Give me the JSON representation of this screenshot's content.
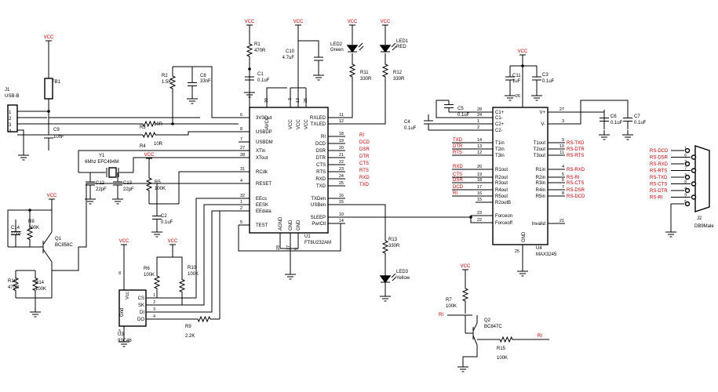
{
  "chips": {
    "ft232": {
      "name": "U1",
      "part": "FT8U232AM",
      "left": [
        [
          "6",
          "3V3Out"
        ],
        [
          "8",
          "USBDP"
        ],
        [
          "7",
          "USBDM"
        ],
        [
          "27",
          "XTin"
        ],
        [
          "28",
          "XTout"
        ],
        [
          "31",
          "RCdk"
        ],
        [
          "4",
          "RESET"
        ],
        [
          "32",
          "EEcs"
        ],
        [
          "1",
          "EESK"
        ],
        [
          "2",
          "EEdata"
        ],
        [
          "5",
          "TEST"
        ]
      ],
      "right": [
        [
          "11",
          "RXLED"
        ],
        [
          "12",
          "TXLED"
        ],
        [
          "18",
          "RI"
        ],
        [
          "19",
          "DCD"
        ],
        [
          "20",
          "DSR"
        ],
        [
          "21",
          "DTR"
        ],
        [
          "22",
          "CTS"
        ],
        [
          "23",
          "RTS"
        ],
        [
          "24",
          "RXD"
        ],
        [
          "25",
          "TXD"
        ],
        [
          "16",
          "TXDen"
        ],
        [
          "15",
          "USBen"
        ],
        [
          "10",
          "SLEEP"
        ],
        [
          "14",
          "PwrCtl"
        ]
      ],
      "top": [
        [
          "30",
          "AVCC"
        ],
        [
          "3",
          "VCC"
        ],
        [
          "13",
          "VCC"
        ],
        [
          "26",
          "VCC"
        ]
      ],
      "bottom": [
        [
          "29",
          "AGND"
        ],
        [
          "17",
          "GND"
        ],
        [
          "9",
          "GND"
        ]
      ]
    },
    "max": {
      "name": "U4",
      "part": "MAX3245",
      "left": [
        [
          "28",
          "C1+"
        ],
        [
          "24",
          "C1-"
        ],
        [
          "1",
          "C2+"
        ],
        [
          "2",
          "C2-"
        ],
        [
          "14",
          "T1in"
        ],
        [
          "13",
          "T2in"
        ],
        [
          "12",
          "T3in"
        ],
        [
          "20",
          "R1out"
        ],
        [
          "19",
          "R2out"
        ],
        [
          "18",
          "R3out"
        ],
        [
          "17",
          "R4out"
        ],
        [
          "16",
          "R5out"
        ],
        [
          "15",
          "R2outB"
        ],
        [
          "23",
          "Forceon"
        ],
        [
          "22",
          "Forceoff"
        ]
      ],
      "right": [
        [
          "27",
          "V+"
        ],
        [
          "3",
          "V-"
        ],
        [
          "9",
          "T1out"
        ],
        [
          "10",
          "T2out"
        ],
        [
          "11",
          "T3out"
        ],
        [
          "4",
          "R1in"
        ],
        [
          "5",
          "R2in"
        ],
        [
          "6",
          "R3in"
        ],
        [
          "7",
          "R4in"
        ],
        [
          "8",
          "R5in"
        ],
        [
          "21",
          "Invalid"
        ]
      ],
      "top_pin": "26",
      "bottom_pin": "25",
      "gnd_label": "GND"
    },
    "eeprom": {
      "name": "U3",
      "part": "93C46",
      "pins": [
        "CS",
        "SK",
        "DI",
        "DO"
      ],
      "pin_nums": [
        "1",
        "2",
        "3",
        "4"
      ],
      "vcc_label": "Vcc",
      "gnd_label": "Gnd",
      "vcc_pin": "8",
      "gnd_pin": "5"
    }
  },
  "labels": {
    "vcc": "VCC",
    "j1": "J1",
    "j1_type": "USB-B",
    "j1_pins": [
      "1",
      "2",
      "3",
      "4"
    ],
    "fb1": "FB1",
    "c9": "C9",
    "c9_val": "10nF",
    "r1": "R1",
    "r1_val": "470R",
    "c1": "C1",
    "c1_val": "0.1uF",
    "c10": "C10",
    "c10_val": "4.7uF",
    "r2": "R2",
    "r2_val": "1.5K",
    "c8": "C8",
    "c8_val": "33nF",
    "r3": "R3",
    "r3_val": "10R",
    "r4": "R4",
    "r4_val": "10R",
    "y1": "Y1",
    "y1_val": "6Mhz EFC494M",
    "c12": "C12",
    "c12_val": "22pF",
    "c13": "C13",
    "c13_val": "22pF",
    "r5": "R5",
    "r5_val": "100K",
    "c2": "C2",
    "c2_val": "0.1uF",
    "led2": "LED2",
    "led2_color": "Green",
    "led1": "LED1",
    "led1_color": "RED",
    "r11": "R11",
    "r11_val": "330R",
    "r12": "R12",
    "r12_val": "330R",
    "r13": "R13",
    "r13_val": "330R",
    "led3": "LED3",
    "led3_color": "Yellow",
    "c14": "C14",
    "c14_val": "10nF",
    "r8": "R8",
    "r8_val": "100K",
    "q1": "Q1",
    "q1_type": "BC858C",
    "r16": "R16",
    "r16_val": "470R",
    "r14": "R14",
    "r14_val": "100K",
    "r6": "R6",
    "r6_val": "100K",
    "r10": "R10",
    "r10_val": "100K",
    "r9": "R9",
    "r9_val": "2.2K",
    "c11": "C11",
    "c11_val": "1uF",
    "c3": "C3",
    "c3_val": "0.1uF",
    "c5": "C5",
    "c5_val": "0.1uF",
    "c4": "C4",
    "c4_val": "0.1uF",
    "c6": "C6",
    "c6_val": "0.1uF",
    "c7": "C7",
    "c7_val": "0.1uF",
    "r7": "R7",
    "r7_val": "100K",
    "q2": "Q2",
    "q2_type": "BC847C",
    "r15": "R15",
    "r15_val": "100K",
    "ri": "RI",
    "j2": "J2",
    "j2_type": "DB9Male"
  },
  "signals": {
    "ft_out": [
      "RI",
      "DCD",
      "DSR",
      "DTR",
      "CTS",
      "RTS",
      "RXD",
      "TXD"
    ],
    "max_in": [
      "TXD",
      "DTR",
      "RTS",
      "RXD",
      "CTS",
      "DSR",
      "DCD",
      "RI"
    ],
    "max_out": [
      "RS-TXD",
      "RS-DTR",
      "RS-RTS",
      "RS-RXD",
      "RS-RI",
      "RS-CTS",
      "RS-DSR",
      "RS-DCD"
    ],
    "db9": [
      "RS-DCD",
      "RS-DSR",
      "RS-RXD",
      "RS-RTS",
      "RS-TXD",
      "RS-CTS",
      "RS-DTR",
      "RS-RI"
    ],
    "db9_pins": [
      "1",
      "6",
      "2",
      "7",
      "3",
      "8",
      "4",
      "9",
      "5"
    ]
  }
}
